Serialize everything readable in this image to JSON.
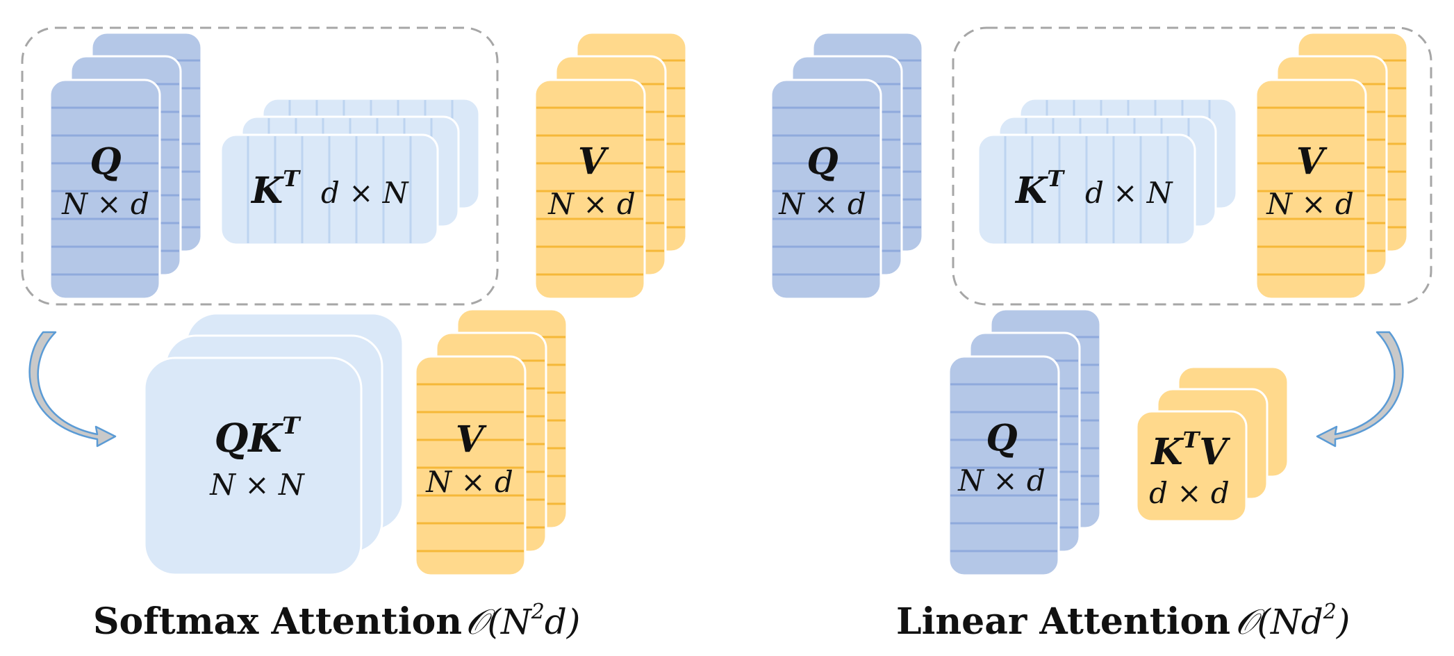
{
  "colors": {
    "q_fill": "#b4c7e7",
    "q_line": "#8faadc",
    "k_fill": "#dae8f8",
    "k_line": "#bdd4f0",
    "v_fill": "#ffd98c",
    "v_line": "#f5b838",
    "dash_border": "#a6a6a6",
    "arrow_fill": "#c9c9c9",
    "arrow_stroke": "#5b9bd5"
  },
  "softmax": {
    "q": {
      "name": "Q",
      "dim": "N × d"
    },
    "kt": {
      "name": "K",
      "sup": "T",
      "dim": "d × N"
    },
    "v": {
      "name": "V",
      "dim": "N × d"
    },
    "qkt": {
      "name": "QK",
      "sup": "T",
      "dim": "N × N"
    },
    "v2": {
      "name": "V",
      "dim": "N × d"
    },
    "caption": "Softmax Attention",
    "complexity": {
      "prefix": "𝒪(N",
      "sup": "2",
      "suffix": "d)"
    }
  },
  "linear": {
    "q": {
      "name": "Q",
      "dim": "N × d"
    },
    "kt": {
      "name": "K",
      "sup": "T",
      "dim": "d × N"
    },
    "v": {
      "name": "V",
      "dim": "N × d"
    },
    "q2": {
      "name": "Q",
      "dim": "N × d"
    },
    "ktv": {
      "name": "K",
      "sup": "T",
      "suffix": "V",
      "dim": "d × d"
    },
    "caption": "Linear Attention",
    "complexity": {
      "prefix": "𝒪(Nd",
      "sup": "2",
      "suffix": ")"
    }
  }
}
